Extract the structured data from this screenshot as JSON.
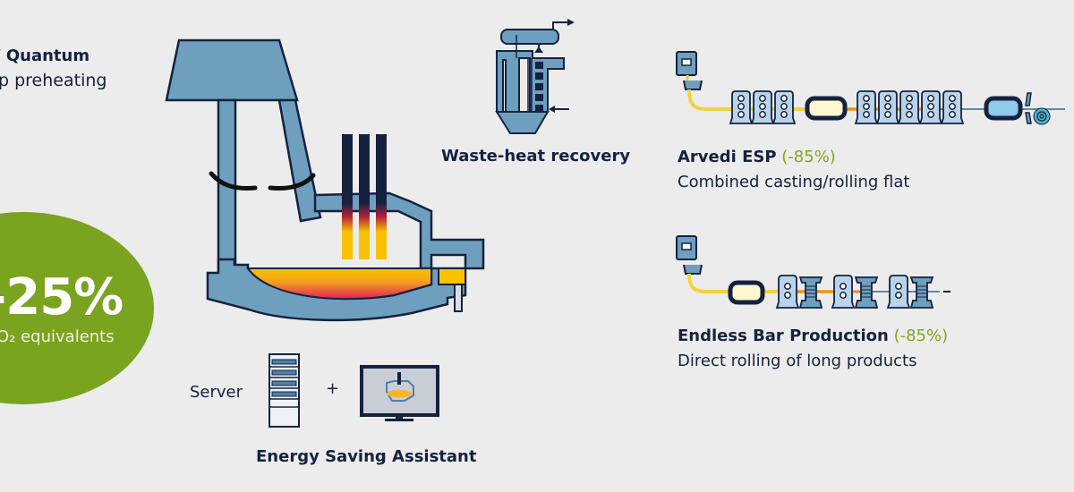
{
  "colors": {
    "background": "#ececec",
    "navy": "#14223f",
    "steel_blue": "#6e9fbe",
    "green": "#7aa320",
    "accent_green_text": "#7fa81e",
    "molten_yellow": "#f8c200",
    "molten_red": "#e0205a",
    "light_blue": "#8fcbea"
  },
  "quantum": {
    "title": "Quantum",
    "title_prefix": "/",
    "subtitle": "p preheating"
  },
  "badge": {
    "value": "-25%",
    "caption": "O₂ equivalents"
  },
  "waste_heat": {
    "label": "Waste-heat recovery"
  },
  "arvedi": {
    "title": "Arvedi ESP",
    "reduction": "(-85%)",
    "subtitle": "Combined casting/rolling flat"
  },
  "endless_bar": {
    "title": "Endless Bar Production",
    "reduction": "(-85%)",
    "subtitle": "Direct rolling of long products"
  },
  "energy_assistant": {
    "server_label": "Server",
    "plus": "+",
    "title": "Energy Saving Assistant"
  },
  "icons": [
    "electric-arc-furnace-icon",
    "waste-heat-boiler-icon",
    "server-rack-icon",
    "monitor-icon",
    "esp-line-icon",
    "bar-line-icon",
    "coil-icon"
  ]
}
